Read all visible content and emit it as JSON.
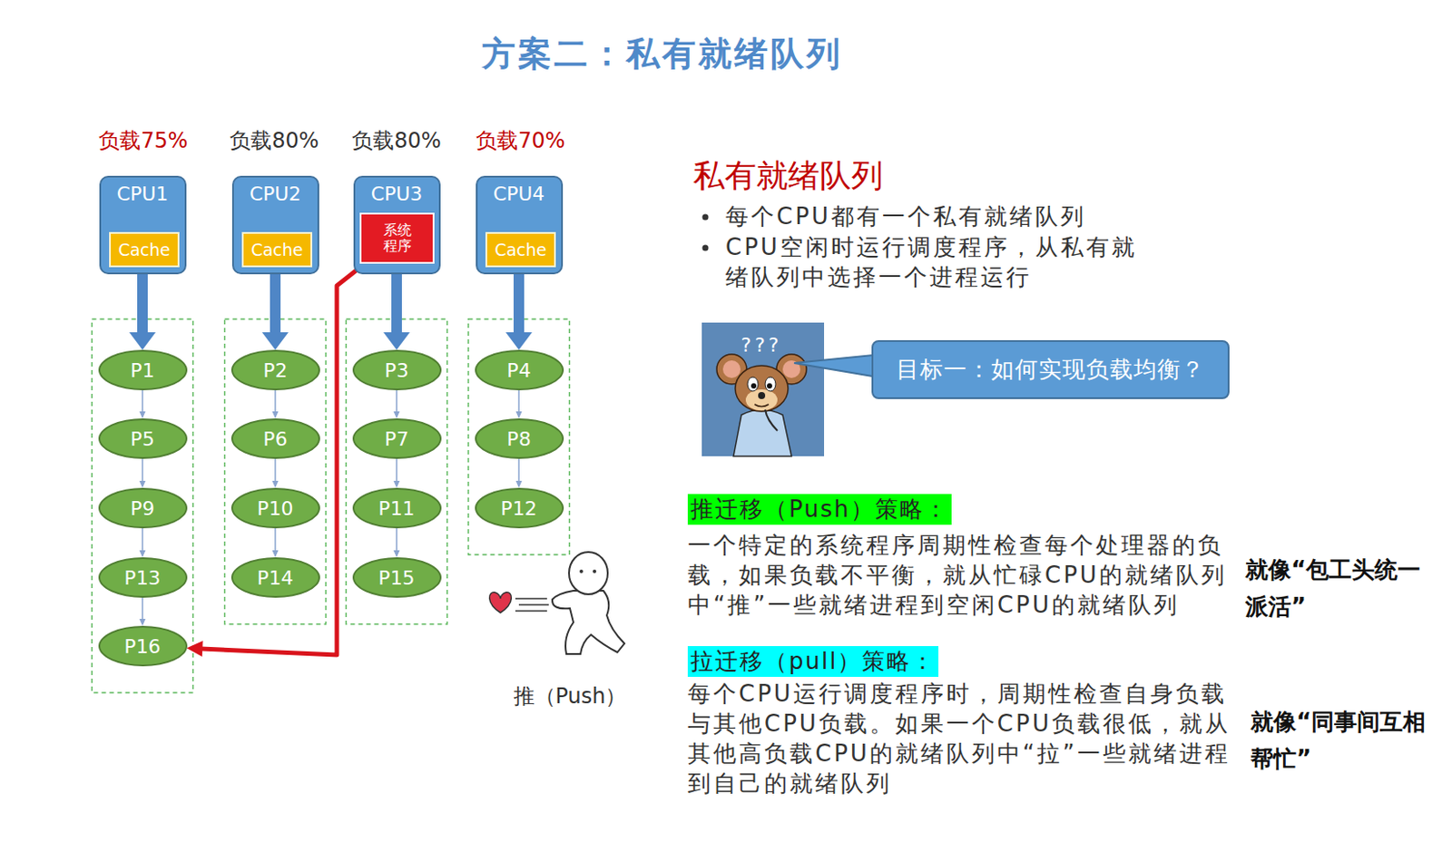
{
  "diagram": {
    "title": "方案二：私有就绪队列",
    "nodes": [
      {
        "text": [
          "CPU1"
        ]
      },
      {
        "text": [
          "Cache"
        ],
        "in": 0
      },
      {
        "text": [
          "CPU2"
        ]
      },
      {
        "text": [
          "Cache"
        ],
        "in": 2
      },
      {
        "text": [
          "CPU3"
        ]
      },
      {
        "text": [
          "系统程序"
        ],
        "in": 4
      },
      {
        "text": [
          "CPU4"
        ]
      },
      {
        "text": [
          "Cache"
        ],
        "in": 6
      },
      {
        "text": [
          "P1"
        ]
      },
      {
        "text": [
          "P2"
        ]
      },
      {
        "text": [
          "P3"
        ]
      },
      {
        "text": [
          "P4"
        ]
      },
      {
        "text": [
          "P5"
        ]
      },
      {
        "text": [
          "P6"
        ]
      },
      {
        "text": [
          "P7"
        ]
      },
      {
        "text": [
          "P8"
        ]
      },
      {
        "text": [
          "P9"
        ]
      },
      {
        "text": [
          "P10"
        ]
      },
      {
        "text": [
          "P11"
        ]
      },
      {
        "text": [
          "P12"
        ]
      },
      {
        "text": [
          "P13"
        ]
      },
      {
        "text": [
          "P14"
        ]
      },
      {
        "text": [
          "P15"
        ]
      },
      {
        "text": [
          "P16"
        ]
      },
      {
        "text": [
          "目标一：如何实现负载均衡？"
        ]
      }
    ],
    "edges": [
      {
        "from": 0,
        "to": 8,
        "arrow": "to"
      },
      {
        "from": 2,
        "to": 9,
        "arrow": "to"
      },
      {
        "from": 4,
        "to": 10,
        "arrow": "to"
      },
      {
        "from": 6,
        "to": 11,
        "arrow": "to"
      },
      {
        "from": 8,
        "to": 12,
        "arrow": "to"
      },
      {
        "from": 12,
        "to": 16,
        "arrow": "to"
      },
      {
        "from": 16,
        "to": 20,
        "arrow": "to"
      },
      {
        "from": 20,
        "to": 23,
        "arrow": "to"
      },
      {
        "from": 9,
        "to": 13,
        "arrow": "to"
      },
      {
        "from": 13,
        "to": 17,
        "arrow": "to"
      },
      {
        "from": 17,
        "to": 21,
        "arrow": "to"
      },
      {
        "from": 10,
        "to": 14,
        "arrow": "to"
      },
      {
        "from": 14,
        "to": 18,
        "arrow": "to"
      },
      {
        "from": 18,
        "to": 22,
        "arrow": "to"
      },
      {
        "from": 11,
        "to": 15,
        "arrow": "to"
      },
      {
        "from": 15,
        "to": 19,
        "arrow": "to"
      },
      {
        "from": 5,
        "to": 23,
        "arrow": "to"
      }
    ],
    "labels": [
      "负载75%",
      "负载80%",
      "负载80%",
      "负载70%",
      "私有就绪队列",
      "每个CPU都有一个私有就绪队列",
      "CPU空闲时运行调度程序，从私有就绪队列中选择一个进程运行",
      "???",
      "推迁移（Push）策略：",
      "一个特定的系统程序周期性检查每个处理器的负载，如果负载不平衡，就从忙碌CPU的就绪队列中“推”一些就绪进程到空闲CPU的就绪队列",
      "就像“包工头统一派活”",
      "推（Push）",
      "拉迁移（pull）策略：",
      "每个CPU运行调度程序时，周期性检查自身负载与其他CPU负载。如果一个CPU负载很低，就从其他高负载CPU的就绪队列中“拉”一些就绪进程到自己的就绪队列",
      "就像“同事间互相帮忙”"
    ]
  }
}
